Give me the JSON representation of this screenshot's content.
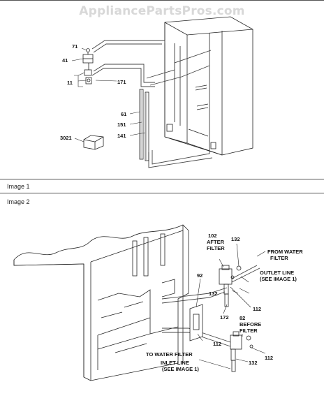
{
  "watermark": "AppliancePartsPros.com",
  "image1": {
    "label": "Image 1",
    "callouts": {
      "c71": "71",
      "c41": "41",
      "c11": "11",
      "c171": "171",
      "c61": "61",
      "c151": "151",
      "c141": "141",
      "c3021": "3021"
    }
  },
  "image2": {
    "label": "Image 2",
    "callouts": {
      "c102": "102",
      "after": "AFTER",
      "filter1": "FILTER",
      "c132a": "132",
      "c132b": "132",
      "c132c": "132",
      "from_water": "FROM WATER",
      "filter2": "FILTER",
      "outlet_line": "OUTLET LINE",
      "see_image1a": "(SEE IMAGE 1)",
      "c92": "92",
      "c112a": "112",
      "c112b": "112",
      "c112c": "112",
      "c172": "172",
      "c82": "82",
      "before": "BEFORE",
      "filter3": "FILTER",
      "to_water_filter": "TO WATER FILTER",
      "inlet_line": "INLET LINE",
      "see_image1b": "(SEE IMAGE 1)"
    }
  }
}
